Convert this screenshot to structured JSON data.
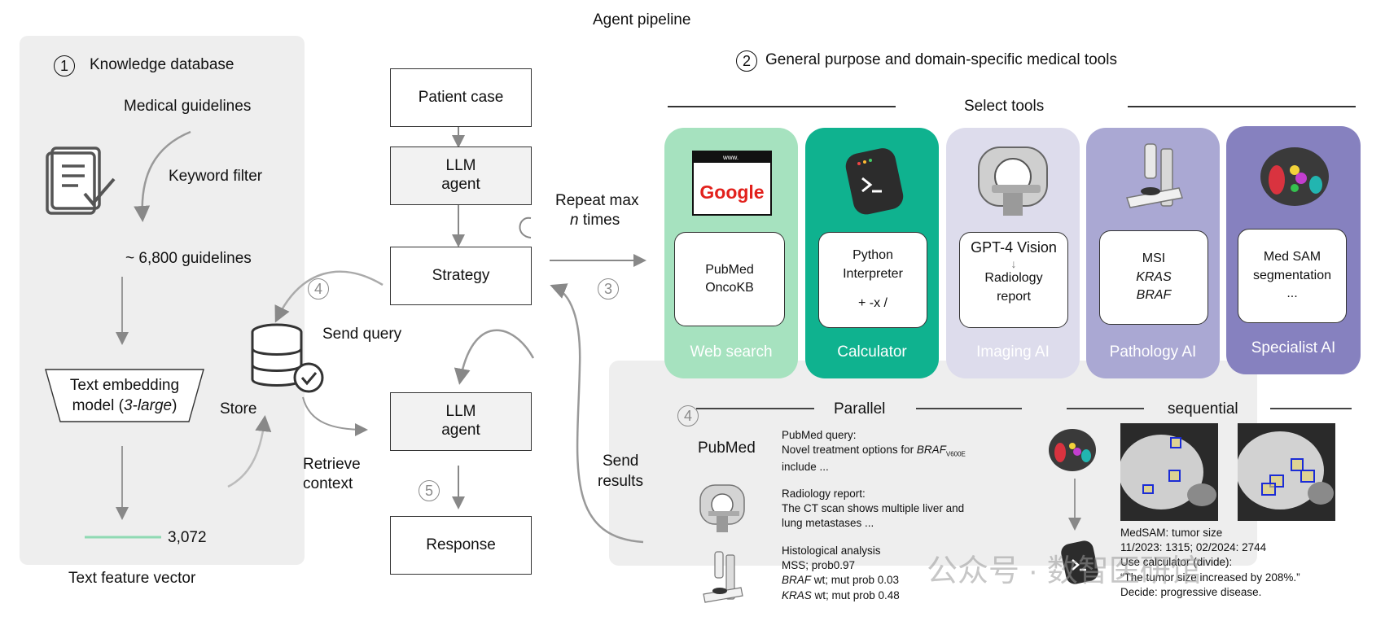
{
  "title": "Agent pipeline",
  "knowledge": {
    "num": "1",
    "heading": "Knowledge database",
    "guidelines": "Medical guidelines",
    "keyword_filter": "Keyword filter",
    "count": "~ 6,800 guidelines",
    "embed_line1": "Text embedding",
    "embed_line2_pre": "model (",
    "embed_line2_ital": "3-large",
    "embed_line2_post": ")",
    "store": "Store",
    "vector_value": "3,072",
    "vector_label": "Text feature vector",
    "send_query": "Send query",
    "retrieve_line1": "Retrieve",
    "retrieve_line2": "context"
  },
  "pipeline": {
    "patient_case": "Patient case",
    "llm_line1": "LLM",
    "llm_line2": "agent",
    "strategy": "Strategy",
    "response": "Response",
    "repeat_line1": "Repeat max",
    "repeat_n": "n",
    "repeat_line2_post": " times",
    "send_line1": "Send",
    "send_line2": "results",
    "step3": "3",
    "step4": "4",
    "step5": "5"
  },
  "tools": {
    "num": "2",
    "heading": "General purpose and domain-specific medical tools",
    "select": "Select tools",
    "cards": [
      {
        "label": "Web search",
        "lines": [
          "PubMed",
          "OncoKB"
        ],
        "color": "#a6e2bf"
      },
      {
        "label": "Calculator",
        "lines": [
          "Python",
          "Interpreter",
          "+ -x /"
        ],
        "color": "#0fb28f"
      },
      {
        "label": "Imaging AI",
        "top": "GPT-4 Vision",
        "lines": [
          "Radiology",
          "report"
        ],
        "color": "#dddcec"
      },
      {
        "label": "Pathology AI",
        "lines": [
          "MSI",
          "KRAS",
          "BRAF"
        ],
        "color": "#aaa8d3"
      },
      {
        "label": "Specialist AI",
        "lines": [
          "Med SAM",
          "segmentation",
          "..."
        ],
        "color": "#8681bf"
      }
    ],
    "google": "Google",
    "url_text": "www."
  },
  "execution": {
    "num": "4",
    "parallel": "Parallel",
    "sequential": "sequential",
    "pubmed_label": "PubMed",
    "pubmed_query_title": "PubMed query:",
    "pubmed_query_l1_pre": "Novel treatment options for ",
    "pubmed_query_gene": "BRAF",
    "pubmed_query_sub": "V600E",
    "pubmed_query_l2": "include ...",
    "radiology_title": "Radiology report:",
    "radiology_l1": "The CT scan shows multiple liver and",
    "radiology_l2": "lung metastases ...",
    "histo_title": "Histological analysis",
    "histo_l1": "MSS; prob0.97",
    "histo_l2_gene": "BRAF",
    "histo_l2_rest": " wt; mut prob 0.03",
    "histo_l3_gene": "KRAS",
    "histo_l3_rest": " wt; mut prob 0.48",
    "medsam_l1": "MedSAM: tumor size",
    "medsam_l2": "11/2023:  1315;  02/2024: 2744",
    "medsam_l3": "Use calculator (divide):",
    "medsam_l4": "“The tumor size increased by 208%.”",
    "medsam_l5": "Decide: progressive disease."
  },
  "watermark": "公众号 · 数智医研馆",
  "colors": {
    "web": "#a6e2bf",
    "calc": "#0fb28f",
    "imaging": "#dddcec",
    "pathology": "#aaa8d3",
    "specialist": "#8681bf",
    "panel": "#eeeeee"
  }
}
